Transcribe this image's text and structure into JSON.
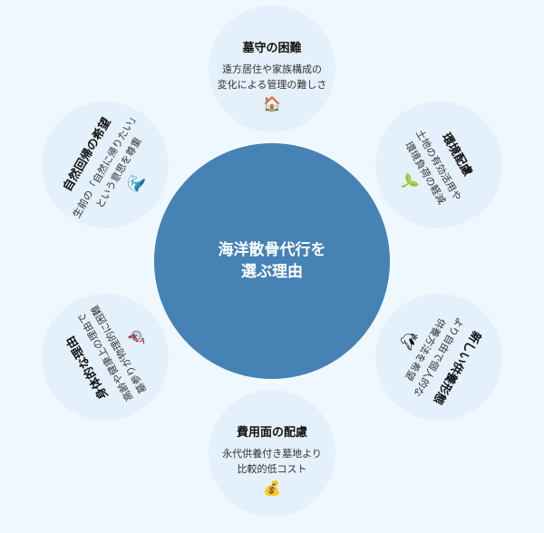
{
  "center": {
    "line1": "海洋散骨代行を",
    "line2": "選ぶ理由"
  },
  "colors": {
    "center": "#4682b4",
    "satellite": "#e4f0fb",
    "background": "#f0f8ff"
  },
  "reasons": [
    {
      "title": "墓守の困難",
      "desc1": "遠方居住や家族構成の",
      "desc2": "変化による管理の難しさ",
      "icon": "🏠",
      "icon_name": "house-icon"
    },
    {
      "title": "環境配慮",
      "desc1": "土地の有効活用や",
      "desc2": "環境負荷の軽減",
      "icon": "🌱",
      "icon_name": "seedling-icon"
    },
    {
      "title": "新しい供養形態",
      "desc1": "より自由で個人的な",
      "desc2": "供養方法を希望",
      "icon": "🕊",
      "icon_name": "dove-icon"
    },
    {
      "title": "費用面の配慮",
      "desc1": "永代供養付き墓地より",
      "desc2": "比較的低コスト",
      "icon": "💰",
      "icon_name": "money-bag-icon"
    },
    {
      "title": "身体的な理由",
      "desc1": "高齢や健康上の理由で",
      "desc2": "墓参りが物理的に困難",
      "icon": "🦽",
      "icon_name": "wheelchair-icon"
    },
    {
      "title": "自然回帰の希望",
      "desc1": "生前の「自然に帰りたい」",
      "desc2": "という意思を尊重",
      "icon": "🌊",
      "icon_name": "wave-icon"
    }
  ]
}
